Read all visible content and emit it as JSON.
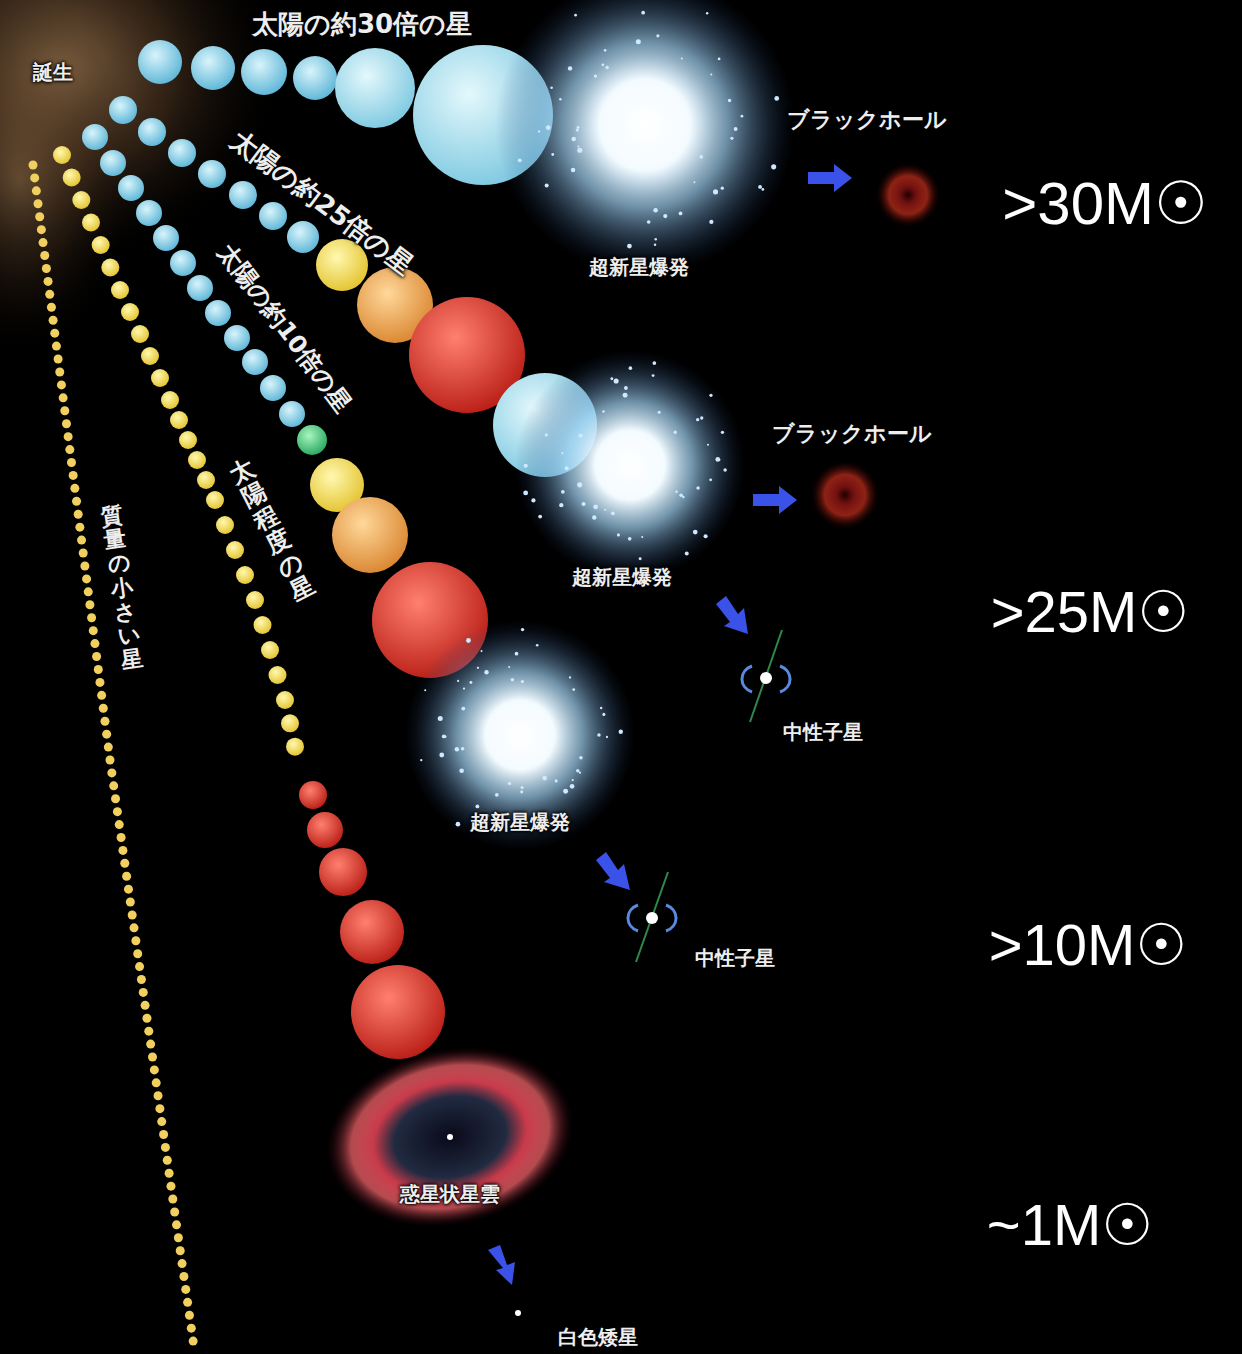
{
  "diagram": {
    "labels": [
      "誕生",
      "太陽の約30倍の星",
      "ブラックホール",
      "超新星爆発",
      ">30M☉",
      "太陽の約25倍の星",
      "太陽の約10倍の星",
      "ブラックホール",
      "超新星爆発",
      "中性子星",
      ">25M☉",
      "太陽程度の星",
      "質量の小さい星",
      "超新星爆発",
      "中性子星",
      ">10M☉",
      "惑星状星雲",
      "~1M☉",
      "白色矮星"
    ]
  }
}
